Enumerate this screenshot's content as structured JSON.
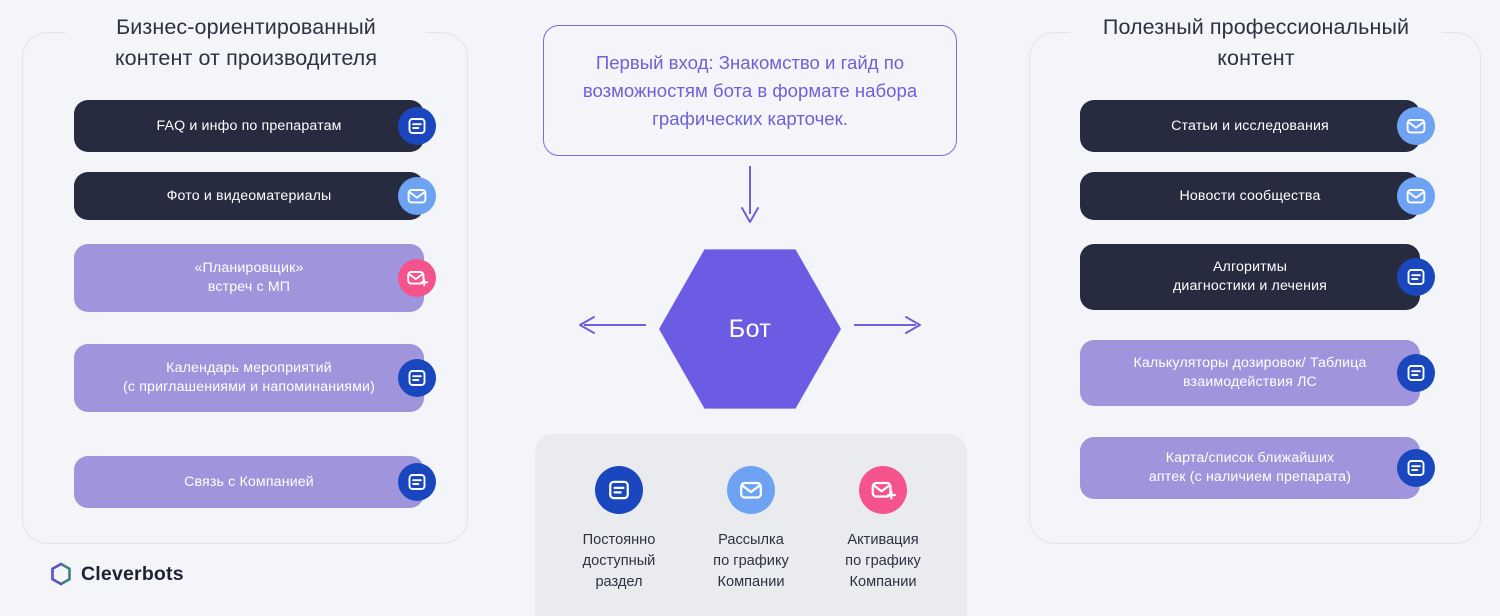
{
  "left_panel": {
    "title": "Бизнес-ориентированный\nконтент от производителя",
    "items": [
      {
        "label": "FAQ и инфо по препаратам",
        "style": "dark",
        "icon": "document-icon",
        "icon_color": "darkblue"
      },
      {
        "label": "Фото и видеоматериалы",
        "style": "dark",
        "icon": "envelope-icon",
        "icon_color": "lightblue"
      },
      {
        "label": "«Планировщик»\nвстреч с МП",
        "style": "lavender",
        "icon": "envelope-plus-icon",
        "icon_color": "pink"
      },
      {
        "label": "Календарь мероприятий\n(с приглашениями и напоминаниями)",
        "style": "lavender",
        "icon": "document-icon",
        "icon_color": "darkblue"
      },
      {
        "label": "Связь с Компанией",
        "style": "lavender",
        "icon": "document-icon",
        "icon_color": "darkblue"
      }
    ]
  },
  "right_panel": {
    "title": "Полезный профессиональный\nконтент",
    "items": [
      {
        "label": "Статьи и исследования",
        "style": "dark",
        "icon": "envelope-icon",
        "icon_color": "lightblue"
      },
      {
        "label": "Новости сообщества",
        "style": "dark",
        "icon": "envelope-icon",
        "icon_color": "lightblue"
      },
      {
        "label": "Алгоритмы\nдиагностики и лечения",
        "style": "dark",
        "icon": "document-icon",
        "icon_color": "darkblue"
      },
      {
        "label": "Калькуляторы дозировок/ Таблица\nвзаимодействия ЛС",
        "style": "lavender",
        "icon": "document-icon",
        "icon_color": "darkblue"
      },
      {
        "label": "Карта/список ближайших\nаптек (с наличием препарата)",
        "style": "lavender",
        "icon": "document-icon",
        "icon_color": "darkblue"
      }
    ]
  },
  "center": {
    "intro_text": "Первый вход: Знакомство и гайд по возможностям бота в формате набора графических карточек.",
    "hub_label": "Бот"
  },
  "legend": {
    "items": [
      {
        "label": "Постоянно\nдоступный\nраздел",
        "icon": "document-icon",
        "icon_color": "darkblue"
      },
      {
        "label": "Рассылка\nпо графику\nКомпании",
        "icon": "envelope-icon",
        "icon_color": "lightblue"
      },
      {
        "label": "Активация\nпо графику\nКомпании",
        "icon": "envelope-plus-icon",
        "icon_color": "pink"
      }
    ]
  },
  "brand": {
    "name": "Cleverbots",
    "logo": "cleverbots-hex-logo"
  },
  "colors": {
    "background": "#f4f5f8",
    "dark_pill": "#262b40",
    "lavender_pill": "#a095dd",
    "accent_purple": "#6c5ce4",
    "icon_darkblue": "#1a47bd",
    "icon_lightblue": "#6ea3f3",
    "icon_pink": "#f4538c",
    "title_text": "#2d3142",
    "panel_border": "#e2e4ea",
    "legend_bg": "#eaebef"
  }
}
